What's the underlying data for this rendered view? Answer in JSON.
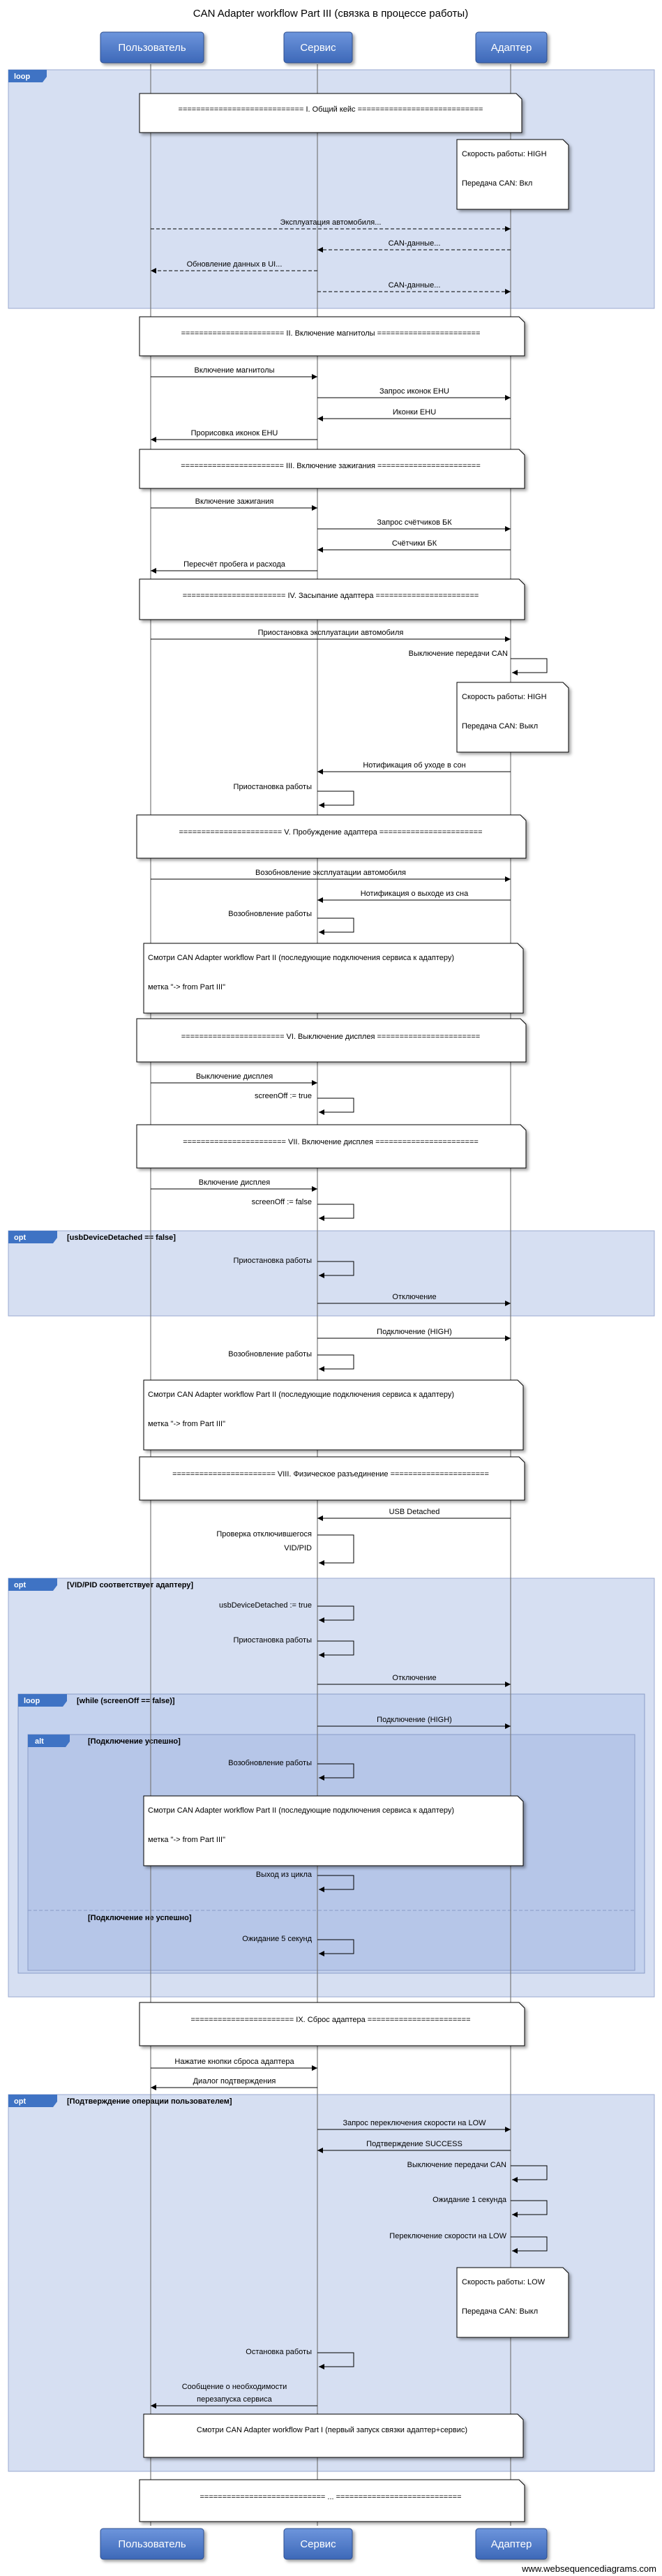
{
  "title": "CAN Adapter workflow Part III (связка в процессе работы)",
  "watermark": "www.websequencediagrams.com",
  "participants": {
    "user": "Пользователь",
    "service": "Сервис",
    "adapter": "Адаптер"
  },
  "frames": {
    "loop1": {
      "tag": "loop",
      "guard": ""
    },
    "opt1": {
      "tag": "opt",
      "guard": "[usbDeviceDetached == false]"
    },
    "opt2": {
      "tag": "opt",
      "guard": "[VID/PID соответствует адаптеру]"
    },
    "loop2": {
      "tag": "loop",
      "guard": "[while (screenOff == false)]"
    },
    "alt1": {
      "tag": "alt",
      "guard": "[Подключение успешно]",
      "else_guard": "[Подключение не успешно]"
    },
    "opt3": {
      "tag": "opt",
      "guard": "[Подтверждение операции пользователем]"
    }
  },
  "notes": {
    "n_general": "============================ I. Общий кейс ============================",
    "n_state1_a": "Скорость работы: HIGH",
    "n_state1_b": "Передача CAN: Вкл",
    "n_magnitola": "======================= II. Включение магнитолы =======================",
    "n_ignition": "======================= III. Включение зажигания =======================",
    "n_sleep": "======================= IV. Засыпание адаптера =======================",
    "n_state2_a": "Скорость работы: HIGH",
    "n_state2_b": "Передача CAN: Выкл",
    "n_wake": "======================= V. Пробуждение адаптера =======================",
    "n_see1_a": "Смотри CAN Adapter workflow Part II (последующие подключения сервиса к адаптеру)",
    "n_see1_b": "метка \"-> from Part III\"",
    "n_disp_off": "======================= VI. Выключение дисплея =======================",
    "n_disp_on": "======================= VII. Включение дисплея =======================",
    "n_see2_a": "Смотри CAN Adapter workflow Part II (последующие подключения сервиса к адаптеру)",
    "n_see2_b": "метка \"-> from Part III\"",
    "n_phys": "======================= VIII. Физическое разъединение ======================",
    "n_see3_a": "Смотри CAN Adapter workflow Part II (последующие подключения сервиса к адаптеру)",
    "n_see3_b": "метка \"-> from Part III\"",
    "n_reset": "======================= IX. Сброс адаптера =======================",
    "n_state3_a": "Скорость работы: LOW",
    "n_state3_b": "Передача CAN: Выкл",
    "n_see4": "Смотри CAN Adapter workflow Part I (первый запуск связки адаптер+сервис)",
    "n_end": "============================ ... ============================"
  },
  "messages": {
    "m1": "Эксплуатация автомобиля...",
    "m2": "CAN-данные...",
    "m3": "Обновление данных в UI...",
    "m4": "CAN-данные...",
    "m5": "Включение магнитолы",
    "m6": "Запрос иконок EHU",
    "m7": "Иконки EHU",
    "m8": "Прорисовка иконок EHU",
    "m9": "Включение зажигания",
    "m10": "Запрос счётчиков БК",
    "m11": "Счётчики БК",
    "m12": "Пересчёт пробега и расхода",
    "m13": "Приостановка эксплуатации автомобиля",
    "m14": "Выключение передачи CAN",
    "m15": "Нотификация об уходе в сон",
    "m16": "Приостановка работы",
    "m17": "Возобновление эксплуатации автомобиля",
    "m18": "Нотификация о выходе из сна",
    "m19": "Возобновление работы",
    "m20": "Выключение дисплея",
    "m21": "screenOff := true",
    "m22": "Включение дисплея",
    "m23": "screenOff := false",
    "m24": "Приостановка работы",
    "m25": "Отключение",
    "m26": "Подключение (HIGH)",
    "m27": "Возобновление работы",
    "m28": "USB Detached",
    "m29a": "Проверка отключившегося",
    "m29b": "VID/PID",
    "m30": "usbDeviceDetached := true",
    "m31": "Приостановка работы",
    "m32": "Отключение",
    "m33": "Подключение (HIGH)",
    "m34": "Возобновление работы",
    "m35": "Выход из цикла",
    "m36": "Ожидание 5 секунд",
    "m37": "Нажатие кнопки сброса адаптера",
    "m38": "Диалог подтверждения",
    "m39": "Запрос переключения скорости на LOW",
    "m40": "Подтверждение SUCCESS",
    "m41": "Выключение передачи CAN",
    "m42": "Ожидание 1 секунда",
    "m43": "Переключение скорости на LOW",
    "m44": "Остановка работы",
    "m45a": "Сообщение о необходимости",
    "m45b": "перезапуска сервиса"
  },
  "colors": {
    "frame_fill": "#d6dff2",
    "frame_fill_inner": "#c4d2ee",
    "frame_fill_inner2": "#b6c6e8",
    "frame_tag": "#3f73c4",
    "participant": "#4a77c9",
    "border": "#7a8fb8"
  }
}
